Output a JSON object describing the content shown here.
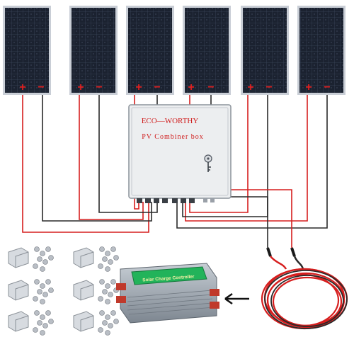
{
  "combiner_box": {
    "brand": "ECO—WORTHY",
    "label": "PV Combiner box"
  },
  "panels": [
    {
      "plus": "+",
      "minus": "−"
    },
    {
      "plus": "+",
      "minus": "−"
    },
    {
      "plus": "+",
      "minus": "−"
    },
    {
      "plus": "+",
      "minus": "−"
    },
    {
      "plus": "+",
      "minus": "−"
    },
    {
      "plus": "+",
      "minus": "−"
    }
  ],
  "controller": {
    "label": "Solar Charge Controller"
  },
  "colors": {
    "panel": "#1b2230",
    "panel_frame": "#c9ced6",
    "box": "#eceef0",
    "red_wire": "#d61e1e",
    "black_wire": "#2a2a2a",
    "controller_face": "#22b35a",
    "controller_body": "#9aa3ad",
    "terminal": "#c0392b"
  },
  "icons": {
    "key": "key-icon",
    "arrow": "arrow-left-icon"
  }
}
